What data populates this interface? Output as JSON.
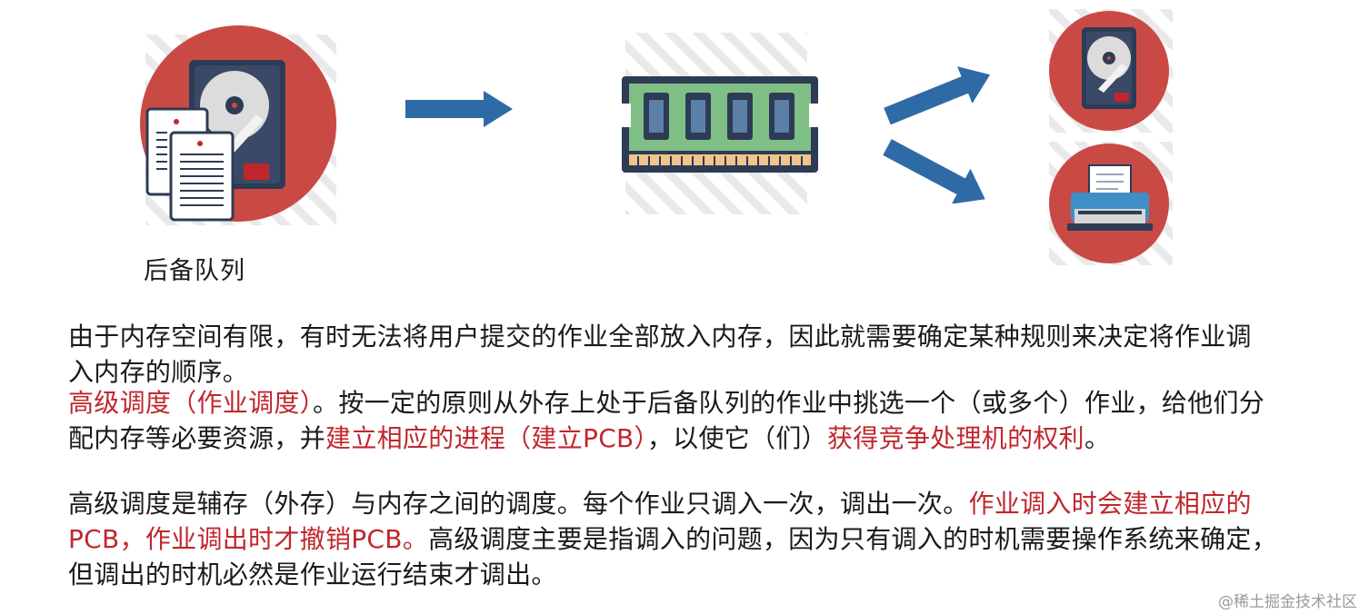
{
  "colors": {
    "accent_red": "#c0272d",
    "circle_red": "#c94a45",
    "arrow_blue": "#2e6aa6",
    "ram_green": "#7fbf86",
    "dark_navy": "#2d3b55"
  },
  "icons": {
    "storage": "hard-disk-with-documents-icon",
    "memory": "ram-module-icon",
    "arrow": "right-arrow-icon",
    "disk": "hard-disk-icon",
    "printer": "printer-icon"
  },
  "diagram": {
    "queue_label": "后备队列"
  },
  "text": {
    "p1": "由于内存空间有限，有时无法将用户提交的作业全部放入内存，因此就需要确定某种规则来决定将作业调入内存的顺序。",
    "p2": {
      "s1": "高级调度（作业调度）",
      "s2": "。按一定的原则从外存上处于后备队列的作业中挑选一个（或多个）作业，给他们分配内存等必要资源，并",
      "s3": "建立相应的进程（建立PCB）",
      "s4": "，以使它（们）",
      "s5": "获得竞争处理机的权利",
      "s6": "。"
    },
    "p3": {
      "s1": "高级调度是辅存（外存）与内存之间的调度。每个作业只调入一次，调出一次。",
      "s2": "作业调入时会建立相应的PCB，作业调出时才撤销PCB。",
      "s3": "高级调度主要是指调入的问题，因为只有调入的时机需要操作系统来确定，但调出的时机必然是作业运行结束才调出。"
    }
  },
  "watermark": "@稀土掘金技术社区"
}
